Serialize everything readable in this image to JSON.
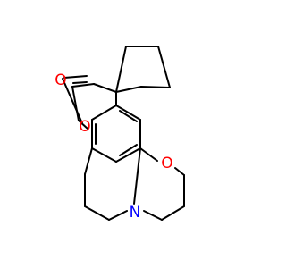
{
  "structure": {
    "bond_color": "#000000",
    "atom_colors": {
      "O": "#ff0000",
      "N": "#0000ff"
    },
    "atoms": [
      {
        "id": "O_carbonyl",
        "element": "O",
        "label": "O"
      },
      {
        "id": "O_ring",
        "element": "O",
        "label": "O"
      },
      {
        "id": "O_ether",
        "element": "O",
        "label": "O"
      },
      {
        "id": "N_amine",
        "element": "N",
        "label": "N"
      }
    ]
  }
}
